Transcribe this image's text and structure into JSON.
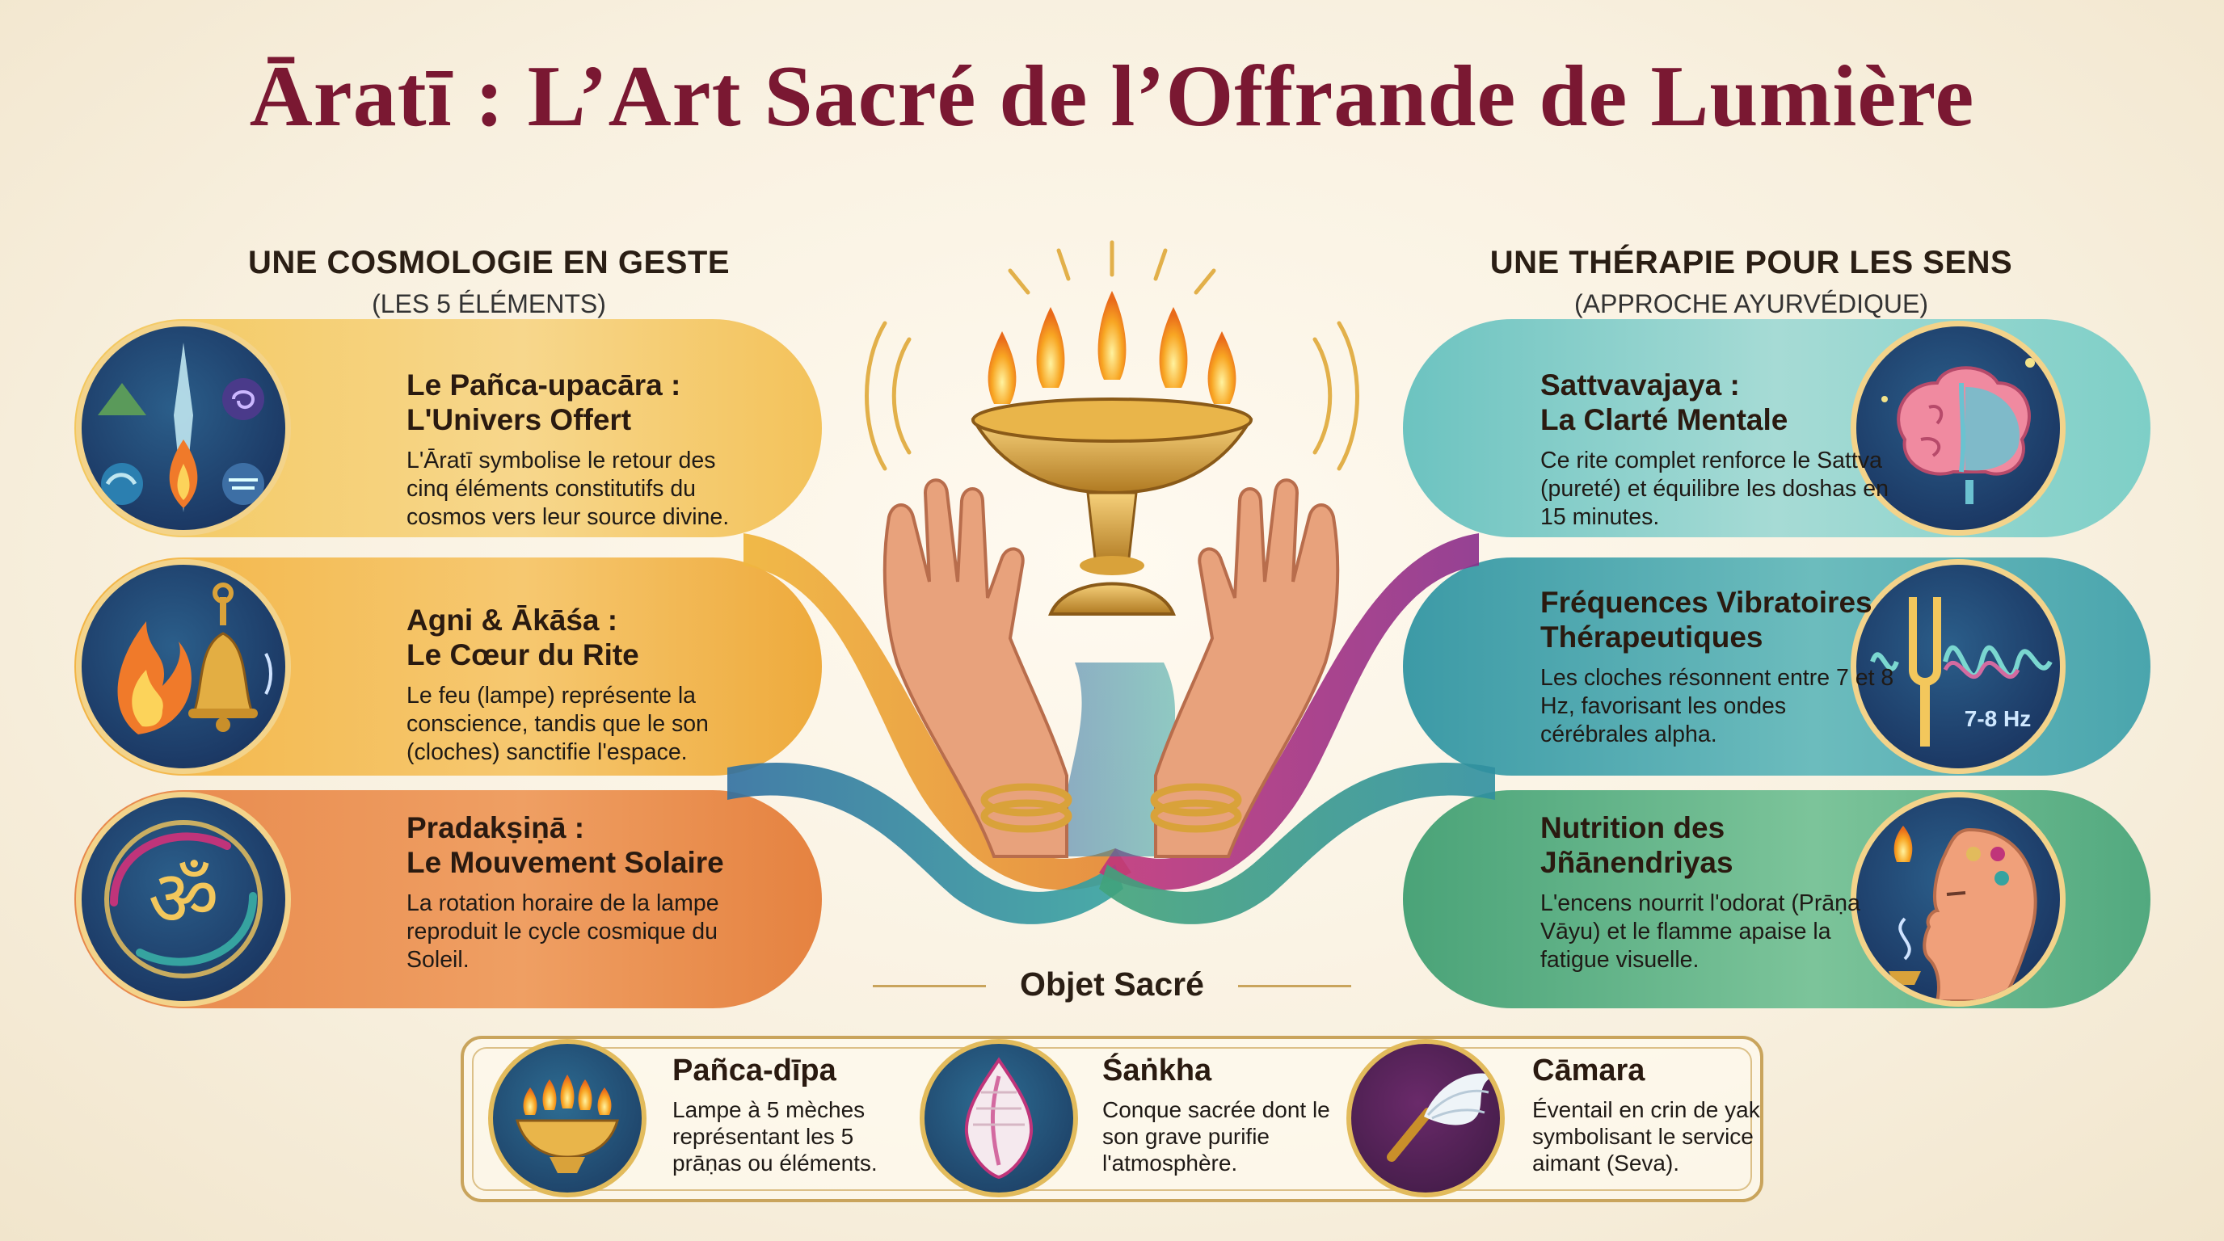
{
  "title": "Āratī : L’Art Sacré de l’Offrande de Lumière",
  "left_column": {
    "heading": "UNE COSMOLOGIE EN GESTE",
    "subheading": "(LES 5 ÉLÉMENTS)",
    "cards": [
      {
        "title_line1": "Le Pañca-upacāra :",
        "title_line2": "L'Univers Offert",
        "desc": "L'Āratī symbolise le retour des cinq éléments constitutifs du cosmos vers leur source divine.",
        "icon": "five-elements-icon"
      },
      {
        "title_line1": "Agni & Ākāśa :",
        "title_line2": "Le Cœur du Rite",
        "desc": "Le feu (lampe) représente la conscience, tandis que le son (cloches) sanctifie l'espace.",
        "icon": "fire-and-bell-icon"
      },
      {
        "title_line1": "Pradakṣiṇā :",
        "title_line2": "Le Mouvement Solaire",
        "desc": "La rotation horaire de la lampe reproduit le cycle cosmique du Soleil.",
        "icon": "om-icon"
      }
    ]
  },
  "right_column": {
    "heading": "UNE THÉRAPIE POUR LES SENS",
    "subheading": "(APPROCHE AYURVÉDIQUE)",
    "cards": [
      {
        "title_line1": "Sattvavajaya :",
        "title_line2": "La Clarté Mentale",
        "desc": "Ce rite complet renforce le Sattva (pureté) et équilibre les doshas en 15 minutes.",
        "icon": "brain-icon"
      },
      {
        "title_line1": "Fréquences Vibratoires",
        "title_line2": "Thérapeutiques",
        "desc": "Les cloches résonnent entre 7 et 8 Hz, favorisant les ondes cérébrales alpha.",
        "icon": "tuning-fork-icon",
        "icon_label": "7-8 Hz"
      },
      {
        "title_line1": "Nutrition des",
        "title_line2": "Jñānendriyas",
        "desc": "L'encens nourrit l'odorat (Prāṇa Vāyu) et le flamme apaise la fatigue visuelle.",
        "icon": "meditating-head-icon"
      }
    ]
  },
  "sacred_objects": {
    "label": "Objet Sacré",
    "items": [
      {
        "name": "Pañca-dīpa",
        "desc": "Lampe à 5 mèches représentant les 5 prāṇas ou éléments.",
        "icon": "five-wick-lamp-icon"
      },
      {
        "name": "Śaṅkha",
        "desc": "Conque sacrée dont le son grave purifie l'atmosphère.",
        "icon": "conch-icon"
      },
      {
        "name": "Cāmara",
        "desc": "Éventail en crin de yak symbolisant le service aimant (Seva).",
        "icon": "yak-fan-icon"
      }
    ]
  },
  "colors": {
    "title": "#7a1832",
    "gold": "#e2bb5c",
    "circle_bg": "#1c3a66"
  }
}
